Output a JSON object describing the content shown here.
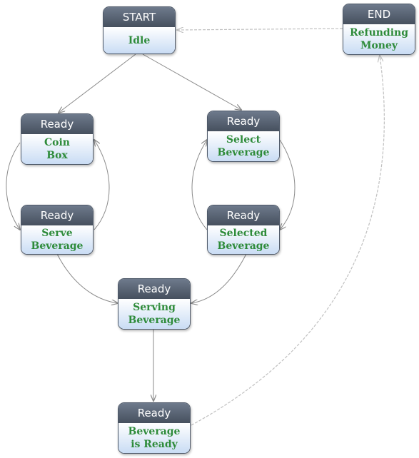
{
  "colors": {
    "header": "#4d5868",
    "label": "#2e8b3a",
    "edge": "#8a8a8a"
  },
  "nodes": [
    {
      "id": "idle",
      "header": "START",
      "label": "Idle"
    },
    {
      "id": "refunding",
      "header": "END",
      "label": "Refunding\nMoney"
    },
    {
      "id": "coin-box",
      "header": "Ready",
      "label": "Coin\nBox"
    },
    {
      "id": "select-beverage",
      "header": "Ready",
      "label": "Select\nBeverage"
    },
    {
      "id": "serve-beverage",
      "header": "Ready",
      "label": "Serve\nBeverage"
    },
    {
      "id": "selected-beverage",
      "header": "Ready",
      "label": "Selected\nBeverage"
    },
    {
      "id": "serving-beverage",
      "header": "Ready",
      "label": "Serving\nBeverage"
    },
    {
      "id": "beverage-ready",
      "header": "Ready",
      "label": "Beverage\nis Ready"
    }
  ],
  "edges": [
    {
      "from": "idle",
      "to": "coin-box",
      "style": "solid"
    },
    {
      "from": "idle",
      "to": "select-beverage",
      "style": "solid"
    },
    {
      "from": "coin-box",
      "to": "serve-beverage",
      "style": "solid"
    },
    {
      "from": "serve-beverage",
      "to": "coin-box",
      "style": "solid"
    },
    {
      "from": "select-beverage",
      "to": "selected-beverage",
      "style": "solid"
    },
    {
      "from": "selected-beverage",
      "to": "select-beverage",
      "style": "solid"
    },
    {
      "from": "serve-beverage",
      "to": "serving-beverage",
      "style": "solid"
    },
    {
      "from": "selected-beverage",
      "to": "serving-beverage",
      "style": "solid"
    },
    {
      "from": "serving-beverage",
      "to": "beverage-ready",
      "style": "solid"
    },
    {
      "from": "beverage-ready",
      "to": "refunding",
      "style": "dashed"
    },
    {
      "from": "refunding",
      "to": "idle",
      "style": "dashed"
    }
  ]
}
